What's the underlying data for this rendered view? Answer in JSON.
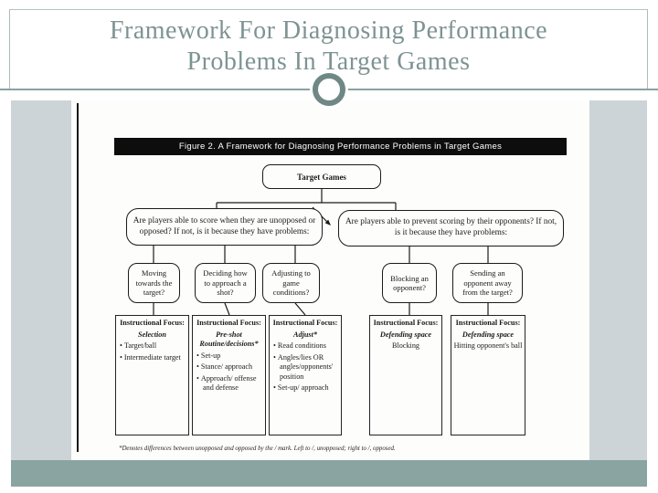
{
  "slide": {
    "title_line1": "Framework For Diagnosing Performance",
    "title_line2": "Problems In Target Games"
  },
  "figure": {
    "caption": "Figure 2. A Framework for Diagnosing Performance Problems in Target Games",
    "root_label": "Target Games",
    "question_left": "Are players able to score when they are unopposed or opposed? If not, is it because they have problems:",
    "question_right": "Are players able to prevent scoring by their opponents? If not, is it because they have problems:",
    "problems": [
      "Moving towards the target?",
      "Deciding how to approach a shot?",
      "Adjusting to game conditions?",
      "Blocking an opponent?",
      "Sending an opponent away from the target?"
    ],
    "columns": [
      {
        "header": "Instructional Focus:",
        "subhead": "Selection",
        "bullets": [
          "Target/ball",
          "Intermediate target"
        ]
      },
      {
        "header": "Instructional Focus:",
        "subhead": "Pre-shot Routine/decisions*",
        "bullets": [
          "Set-up",
          "Stance/ approach",
          "Approach/ offense and defense"
        ]
      },
      {
        "header": "Instructional Focus:",
        "subhead": "Adjust*",
        "bullets": [
          "Read conditions",
          "Angles/lies OR angles/opponents' position",
          "Set-up/ approach"
        ]
      },
      {
        "header": "Instructional Focus:",
        "subhead": "Defending space",
        "plain": "Blocking"
      },
      {
        "header": "Instructional Focus:",
        "subhead": "Defending space",
        "plain": "Hitting opponent's ball"
      }
    ],
    "footnote": "*Denotes differences between unopposed and opposed by the / mark. Left to /,  unopposed; right to /, opposed."
  },
  "colors": {
    "title_text": "#7e9392",
    "divider": "#8ca19f",
    "ornament_ring": "#6f8886",
    "background_band": "#cdd4d7",
    "accent_bar": "#8aa5a1",
    "caption_bar_bg": "#0d0d0d",
    "caption_bar_text": "#ffffff",
    "figure_ink": "#1b1b1b"
  }
}
